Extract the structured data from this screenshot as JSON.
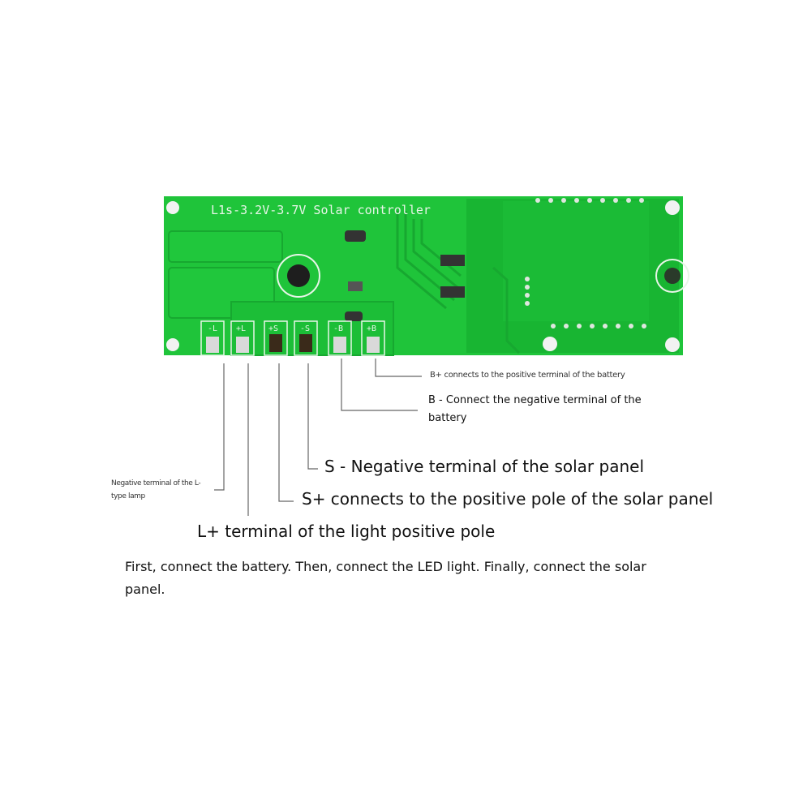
{
  "board": {
    "silkscreen_title": "L1s-3.2V-3.7V Solar controller",
    "terminal_labels": [
      "-L",
      "+L",
      "+S",
      "-S",
      "-B",
      "+B"
    ],
    "colors": {
      "pcb": "#1fc43a",
      "pcb_dark": "#17a830",
      "silk": "#e8f5e8",
      "pad": "#d9d9d9"
    }
  },
  "callouts": {
    "b_plus": "B+ connects to the positive terminal of the battery",
    "b_minus": "B - Connect the negative terminal of the battery",
    "s_minus": "S - Negative terminal of the solar panel",
    "s_plus": "S+ connects to the positive pole of the solar panel",
    "l_minus": "Negative terminal of the L-type lamp",
    "l_plus": "L+ terminal of the light positive pole"
  },
  "note": "First, connect the battery. Then, connect the LED light. Finally, connect the solar panel."
}
